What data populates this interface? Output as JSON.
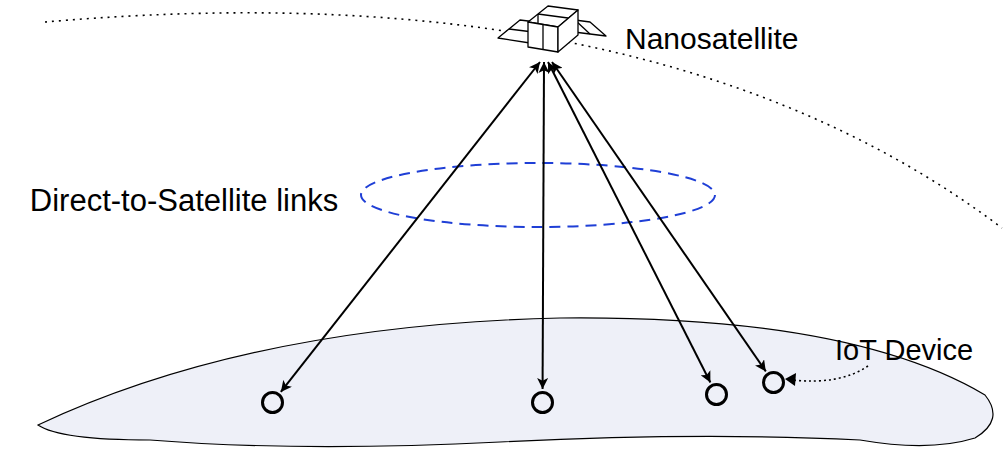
{
  "diagram": {
    "nodes": [
      {
        "text": [
          "Nanosatellite"
        ]
      },
      {
        "text": []
      },
      {
        "text": []
      },
      {
        "text": []
      },
      {
        "text": [
          "IoT Device"
        ]
      }
    ],
    "edges": [
      {
        "from": 0,
        "to": 1,
        "arrow": "both"
      },
      {
        "from": 0,
        "to": 2,
        "arrow": "both"
      },
      {
        "from": 0,
        "to": 3,
        "arrow": "both"
      },
      {
        "from": 0,
        "to": 4,
        "arrow": "both"
      }
    ],
    "labels": [
      "Direct-to-Satellite links"
    ]
  }
}
